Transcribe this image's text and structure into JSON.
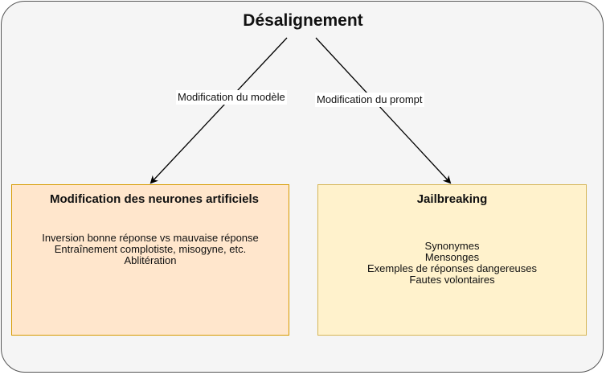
{
  "diagram": {
    "root": "Désalignement",
    "edges": {
      "left_label": "Modification du modèle",
      "right_label": "Modification du prompt"
    },
    "left_box": {
      "title": "Modification des neurones artificiels",
      "items": [
        "Inversion bonne réponse vs mauvaise réponse",
        "Entraînement complotiste, misogyne, etc.",
        "Ablitération"
      ]
    },
    "right_box": {
      "title": "Jailbreaking",
      "items": [
        "Synonymes",
        "Mensonges",
        "Exemples de réponses dangereuses",
        "Fautes volontaires"
      ]
    },
    "colors": {
      "frame_fill": "#f5f5f5",
      "frame_stroke": "#555555",
      "left_fill": "#ffe6cc",
      "left_stroke": "#d79b00",
      "right_fill": "#fff2cc",
      "right_stroke": "#d6b656",
      "arrow": "#000000"
    }
  }
}
